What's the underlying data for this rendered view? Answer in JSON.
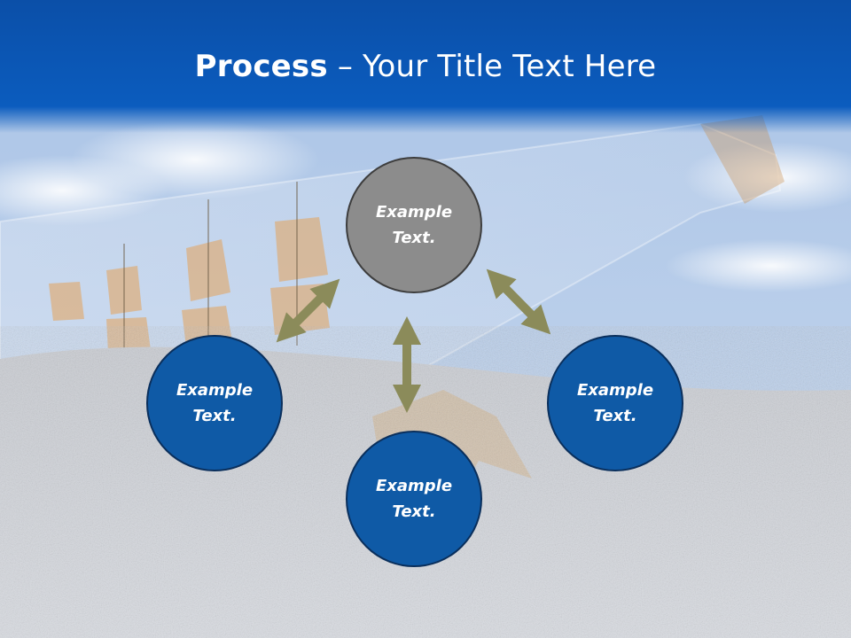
{
  "slide": {
    "title_bold": "Process",
    "title_separator": " – ",
    "title_rest": "Your Title Text Here"
  },
  "nodes": [
    {
      "id": "top",
      "line1": "Example",
      "line2": "Text.",
      "color": "#8c8c8c"
    },
    {
      "id": "left",
      "line1": "Example",
      "line2": "Text.",
      "color": "#0f5aa6"
    },
    {
      "id": "bottom",
      "line1": "Example",
      "line2": "Text.",
      "color": "#0f5aa6"
    },
    {
      "id": "right",
      "line1": "Example",
      "line2": "Text.",
      "color": "#0f5aa6"
    }
  ],
  "colors": {
    "title_bar": "#0b56b4",
    "arrow": "#8b8b5a",
    "node_blue": "#0f5aa6",
    "node_gray": "#8c8c8c"
  }
}
